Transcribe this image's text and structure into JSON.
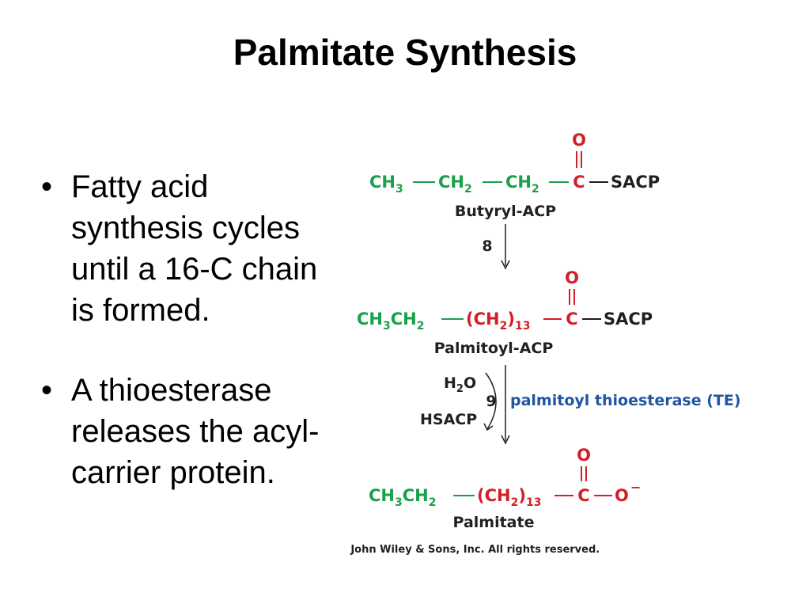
{
  "slide": {
    "title": "Palmitate Synthesis",
    "bullets": [
      {
        "marker": "•",
        "lines": [
          "Fatty acid",
          "synthesis cycles",
          "until a 16-C chain",
          "is formed."
        ]
      },
      {
        "marker": "•",
        "lines": [
          "A thioesterase",
          "releases the acyl-",
          "carrier protein."
        ]
      }
    ]
  },
  "figure": {
    "colors": {
      "chain": "#1aa04a",
      "carbonyl": "#d21f26",
      "enzyme": "#1f55a3",
      "ink": "#231f20"
    },
    "molecule1": {
      "ch3": "CH",
      "ch3_sub": "3",
      "ch2a": "CH",
      "ch2a_sub": "2",
      "ch2b": "CH",
      "ch2b_sub": "2",
      "carbonyl_o": "O",
      "carbonyl_c": "C",
      "sacp": "SACP",
      "name": "Butyryl-ACP"
    },
    "step8": {
      "number": "8"
    },
    "molecule2": {
      "ch3": "CH",
      "ch3_sub": "3",
      "ch2": "CH",
      "ch2_sub": "2",
      "paren_open": "(CH",
      "paren_sub": "2",
      "paren_close": ")",
      "repeat": "13",
      "carbonyl_o": "O",
      "carbonyl_c": "C",
      "sacp": "SACP",
      "name": "Palmitoyl-ACP"
    },
    "step9": {
      "number": "9",
      "h2o": "H",
      "h2o_sub": "2",
      "h2o_o": "O",
      "hsacp": "HSACP",
      "enzyme": "palmitoyl thioesterase (TE)"
    },
    "molecule3": {
      "ch3": "CH",
      "ch3_sub": "3",
      "ch2": "CH",
      "ch2_sub": "2",
      "paren_open": "(CH",
      "paren_sub": "2",
      "paren_close": ")",
      "repeat": "13",
      "carbonyl_o": "O",
      "carbonyl_c": "C",
      "oxide": "O",
      "charge": "−",
      "name": "Palmitate"
    },
    "copyright": "© John Wiley & Sons, Inc. All rights reserved."
  }
}
